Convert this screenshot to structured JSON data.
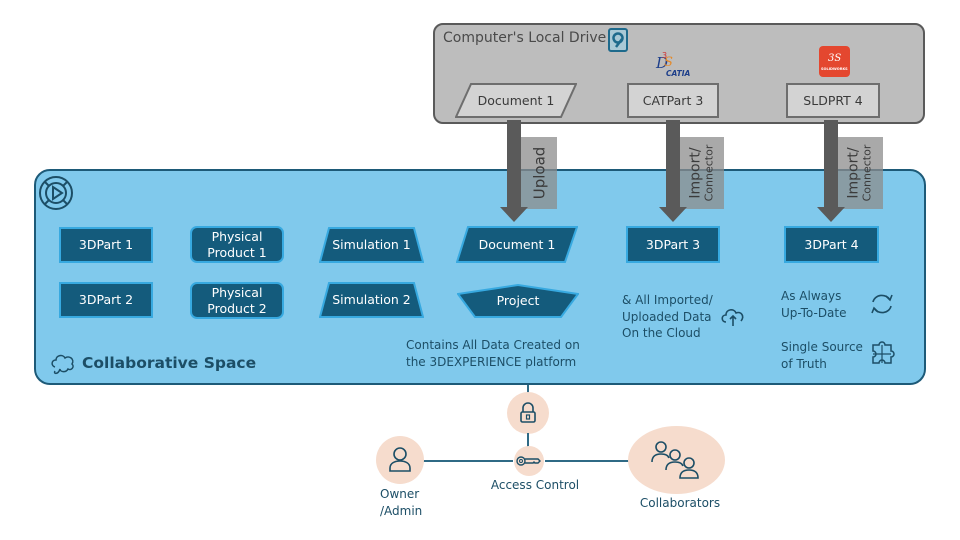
{
  "local_drive": {
    "title": "Computer's Local Drive",
    "icon": "hard-drive-icon",
    "files": [
      {
        "label": "Document 1",
        "shape": "parallelogram"
      },
      {
        "label": "CATPart 3",
        "shape": "rectangle",
        "app_logo": "CATIA",
        "app_logo_icon": "catia-logo-icon"
      },
      {
        "label": "SLDPRT 4",
        "shape": "rectangle",
        "app_logo": "SOLIDWORKS",
        "app_logo_icon": "solidworks-logo-icon"
      }
    ]
  },
  "arrows": [
    {
      "label": "Upload",
      "sublabel": ""
    },
    {
      "label": "Import/",
      "sublabel": "Connector"
    },
    {
      "label": "Import/",
      "sublabel": "Connector"
    }
  ],
  "collaborative_space": {
    "title": "Collaborative Space",
    "icon": "3dexperience-compass-icon",
    "title_icon": "cloud-brain-icon",
    "items": [
      {
        "label": "3DPart 1",
        "shape": "rectangle"
      },
      {
        "label": "3DPart 2",
        "shape": "rectangle"
      },
      {
        "label": "Physical Product 1",
        "line1": "Physical",
        "line2": "Product 1",
        "shape": "rounded"
      },
      {
        "label": "Physical Product 2",
        "line1": "Physical",
        "line2": "Product 2",
        "shape": "rounded"
      },
      {
        "label": "Simulation 1",
        "shape": "trapezoid"
      },
      {
        "label": "Simulation 2",
        "shape": "trapezoid"
      },
      {
        "label": "Document 1",
        "shape": "parallelogram"
      },
      {
        "label": "Project",
        "shape": "pentagon"
      },
      {
        "label": "3DPart 3",
        "shape": "rectangle"
      },
      {
        "label": "3DPart 4",
        "shape": "rectangle"
      }
    ],
    "notes": {
      "contains_line1": "Contains All Data Created on",
      "contains_line2": "the 3DEXPERIENCE platform",
      "cloud_line1": "& All Imported/",
      "cloud_line2": "Uploaded Data",
      "cloud_line3": "On the Cloud",
      "uptodate_line1": "As Always",
      "uptodate_line2": "Up-To-Date",
      "truth_line1": "Single Source",
      "truth_line2": "of Truth"
    }
  },
  "access": {
    "owner_line1": "Owner",
    "owner_line2": "/Admin",
    "access_control": "Access Control",
    "collaborators": "Collaborators"
  },
  "colors": {
    "space_bg": "#80c9ec",
    "item_fill": "#145b7c",
    "item_border": "#37a9e0",
    "drive_bg": "#bdbdbd",
    "circle_fill": "#f6dccd",
    "solidworks_red": "#e4472f"
  }
}
